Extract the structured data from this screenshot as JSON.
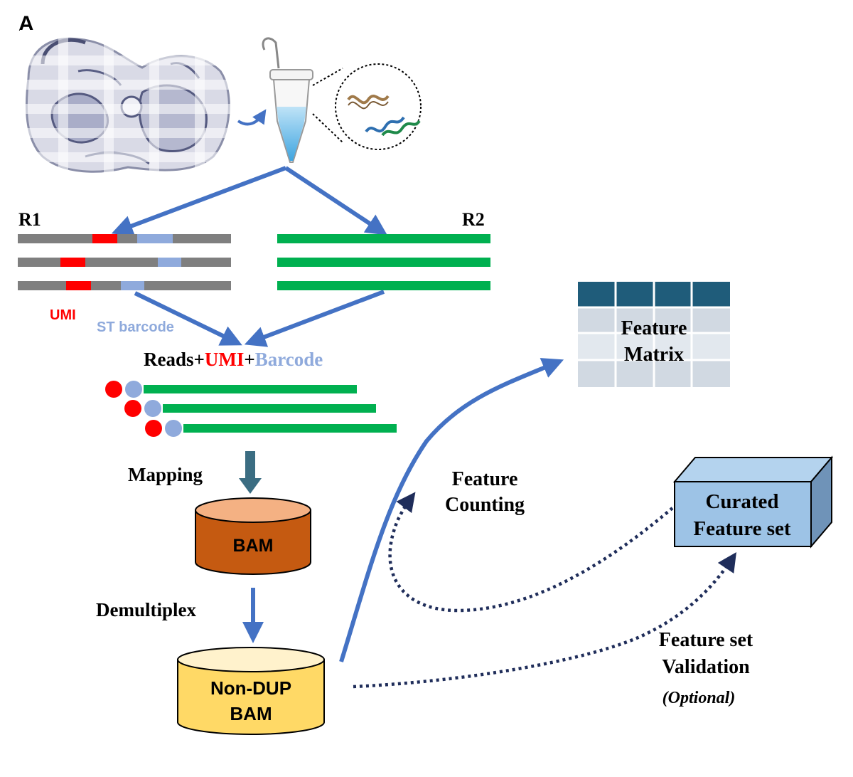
{
  "panel_label": "A",
  "reads": {
    "r1_label": "R1",
    "r2_label": "R2",
    "umi_label": "UMI",
    "barcode_label": "ST barcode"
  },
  "combined": {
    "part1": "Reads+",
    "umi": "UMI",
    "plus": "+",
    "barcode": "Barcode"
  },
  "steps": {
    "mapping": "Mapping",
    "bam": "BAM",
    "demultiplex": "Demultiplex",
    "nondup_line1": "Non-DUP",
    "nondup_line2": "BAM"
  },
  "feature_counting": {
    "line1": "Feature",
    "line2": "Counting"
  },
  "feature_matrix": {
    "line1": "Feature",
    "line2": "Matrix"
  },
  "curated": {
    "line1": "Curated",
    "line2": "Feature set"
  },
  "validation": {
    "line1": "Feature set",
    "line2": "Validation",
    "note": "(Optional)"
  },
  "colors": {
    "arrow_blue": "#4472c4",
    "umi_red": "#ff0000",
    "barcode_blue": "#8faadc",
    "read_green": "#00b050",
    "read_gray": "#7f7f7f",
    "bam_brown": "#c55a11",
    "nondup_yellow": "#ffd966",
    "matrix_header": "#1f5c7a",
    "dotted_navy": "#1f2d5a",
    "curated_fill": "#9dc3e6"
  }
}
